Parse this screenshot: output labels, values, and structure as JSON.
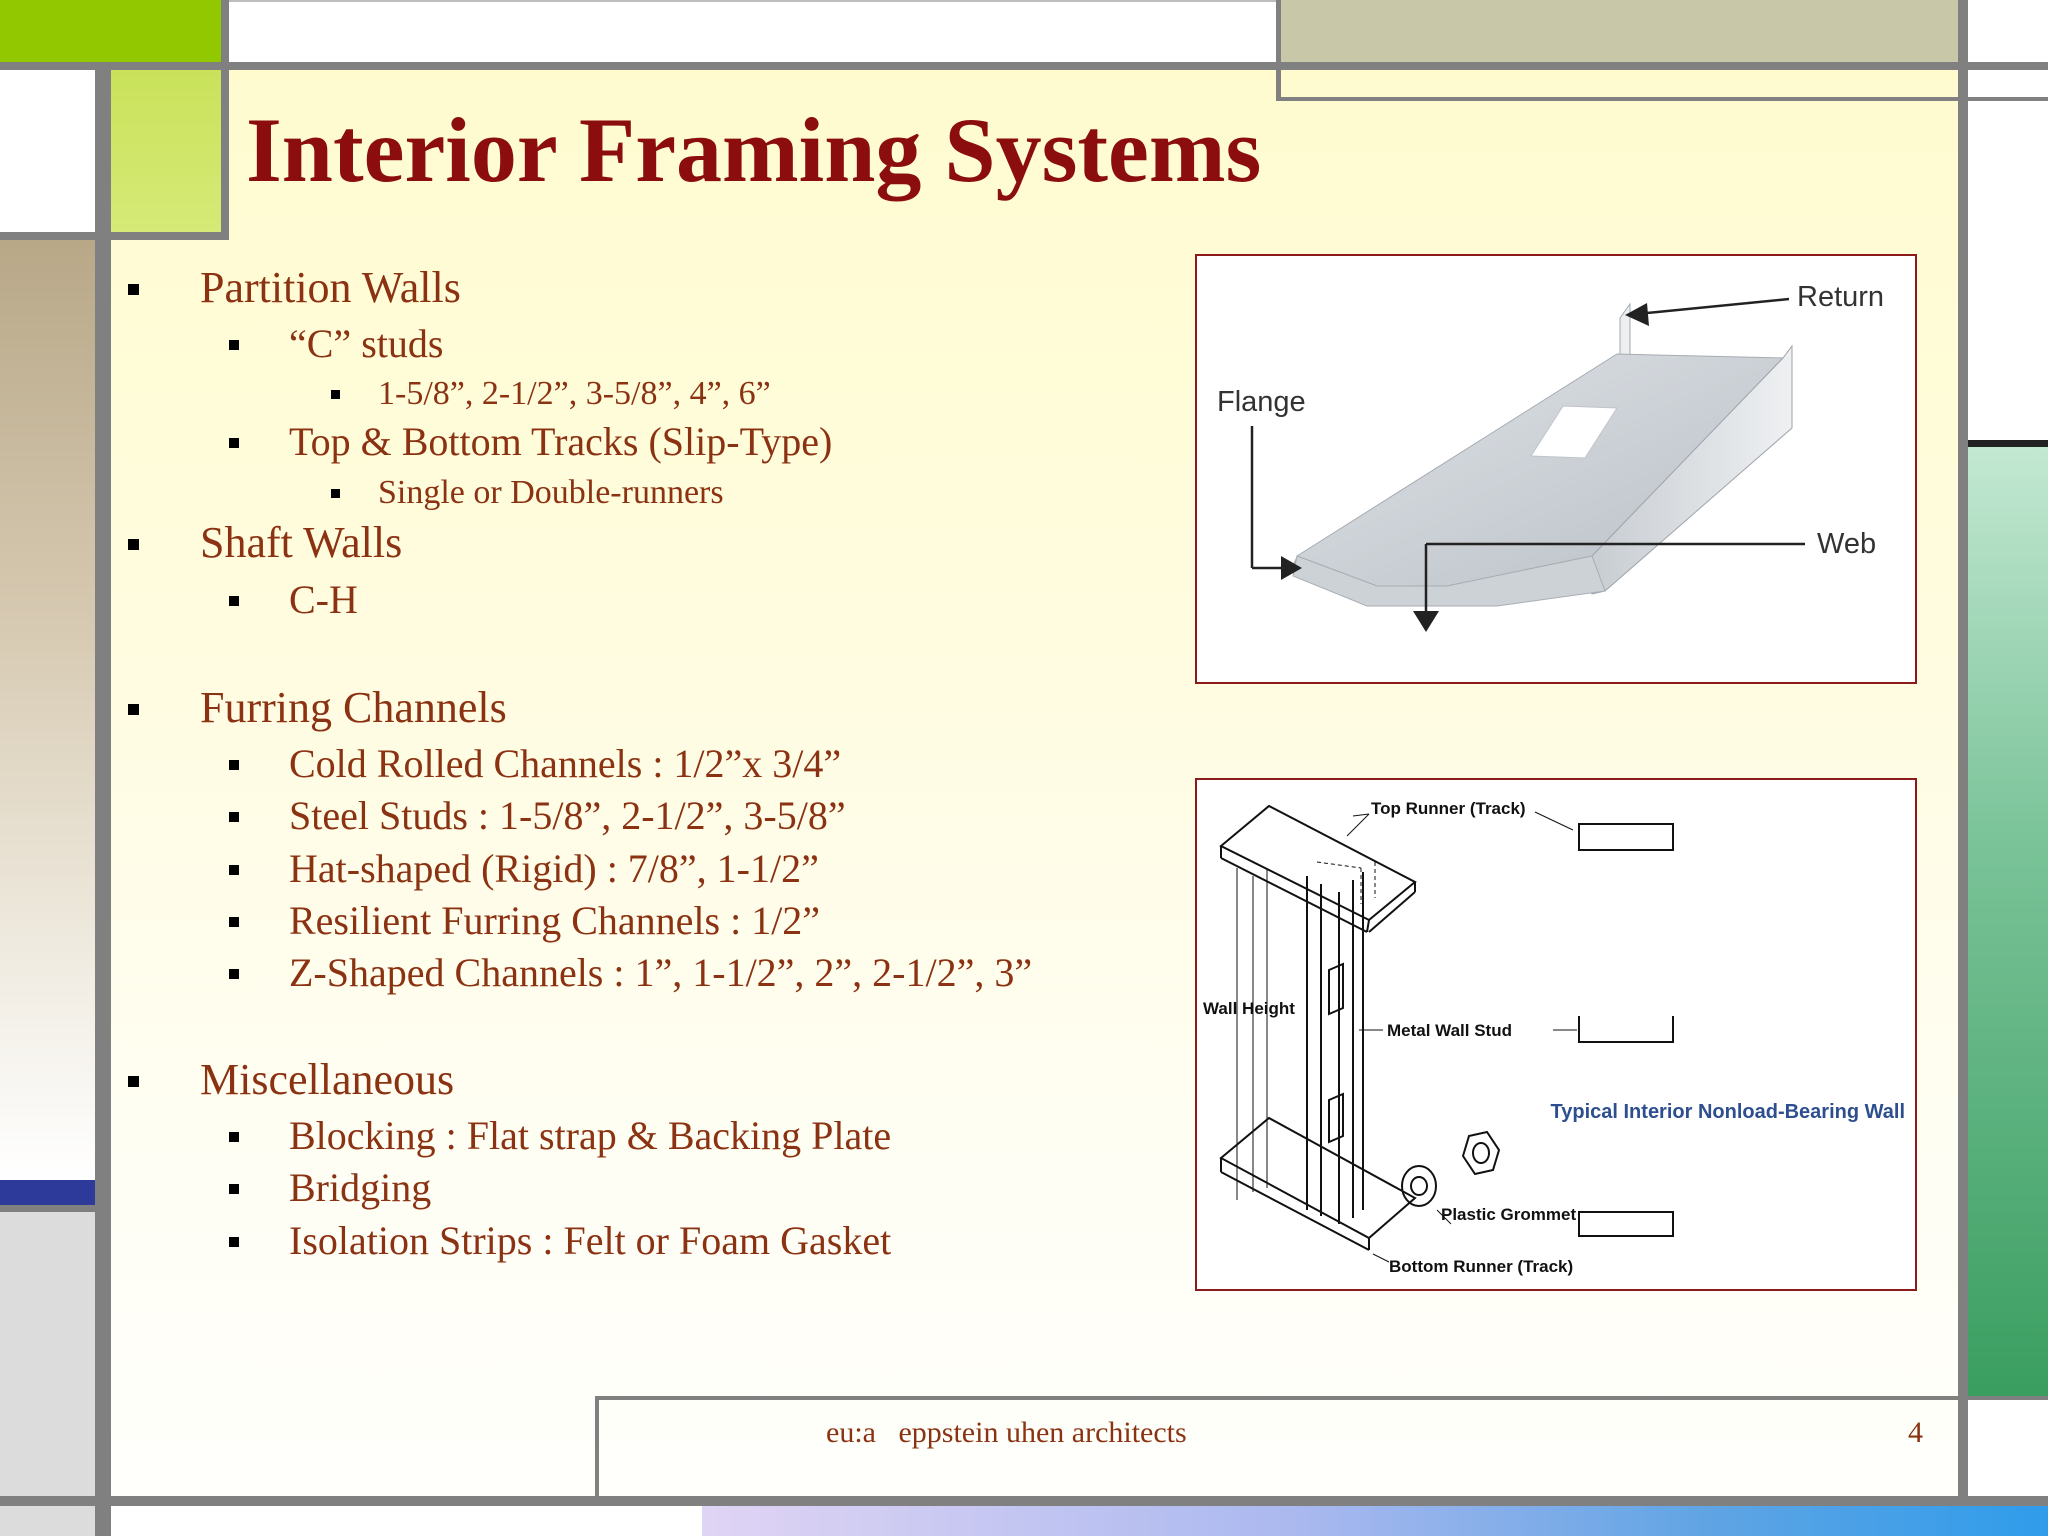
{
  "slide": {
    "title": "Interior Framing Systems",
    "bullets": [
      {
        "level": 1,
        "text": "Partition Walls"
      },
      {
        "level": 2,
        "text": "“C” studs"
      },
      {
        "level": 3,
        "text": "1-5/8”, 2-1/2”, 3-5/8”, 4”, 6”"
      },
      {
        "level": 2,
        "text": "Top & Bottom Tracks (Slip-Type)"
      },
      {
        "level": 3,
        "text": "Single or Double-runners"
      },
      {
        "level": 1,
        "text": "Shaft Walls"
      },
      {
        "level": 2,
        "text": "C-H"
      },
      {
        "level": 1,
        "text": "Furring Channels"
      },
      {
        "level": 2,
        "text": "Cold Rolled Channels : 1/2”x 3/4”"
      },
      {
        "level": 2,
        "text": "Steel Studs : 1-5/8”, 2-1/2”, 3-5/8”"
      },
      {
        "level": 2,
        "text": "Hat-shaped (Rigid) : 7/8”, 1-1/2”"
      },
      {
        "level": 2,
        "text": "Resilient Furring Channels : 1/2”"
      },
      {
        "level": 2,
        "text": "Z-Shaped Channels : 1”, 1-1/2”, 2”, 2-1/2”, 3”"
      },
      {
        "level": 1,
        "text": "Miscellaneous"
      },
      {
        "level": 2,
        "text": "Blocking : Flat strap & Backing Plate"
      },
      {
        "level": 2,
        "text": "Bridging"
      },
      {
        "level": 2,
        "text": "Isolation Strips : Felt or Foam Gasket"
      }
    ],
    "figure_stud": {
      "labels": {
        "return": "Return",
        "flange": "Flange",
        "web": "Web"
      }
    },
    "figure_wall": {
      "labels": {
        "top_runner": "Top Runner (Track)",
        "wall_height": "Wall Height",
        "metal_wall_stud": "Metal Wall Stud",
        "caption": "Typical Interior Nonload-Bearing Wall",
        "plastic_grommet": "Plastic Grommet",
        "bottom_runner": "Bottom Runner (Track)"
      }
    },
    "footer": {
      "company": "eu:a   eppstein uhen architects",
      "page_number": "4"
    },
    "colors": {
      "title": "#8b0d0d",
      "text": "#8b3212",
      "frame": "#808080",
      "accent_lime": "#92c800",
      "accent_olive": "#c8c8a8",
      "accent_green": "#3a9e60",
      "accent_blue": "#2d3a9a",
      "caption_blue": "#2e4f8f"
    }
  }
}
